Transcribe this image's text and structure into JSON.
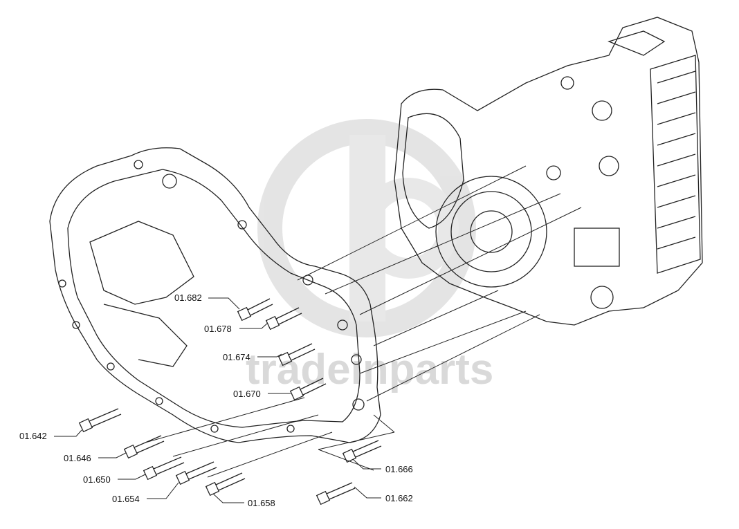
{
  "watermark": {
    "text": "tradeinparts",
    "color": "#d9d9d9"
  },
  "callouts": [
    {
      "id": "01.682",
      "label": "01.682"
    },
    {
      "id": "01.678",
      "label": "01.678"
    },
    {
      "id": "01.674",
      "label": "01.674"
    },
    {
      "id": "01.670",
      "label": "01.670"
    },
    {
      "id": "01.642",
      "label": "01.642"
    },
    {
      "id": "01.646",
      "label": "01.646"
    },
    {
      "id": "01.650",
      "label": "01.650"
    },
    {
      "id": "01.654",
      "label": "01.654"
    },
    {
      "id": "01.658",
      "label": "01.658"
    },
    {
      "id": "01.666",
      "label": "01.666"
    },
    {
      "id": "01.662",
      "label": "01.662"
    }
  ]
}
